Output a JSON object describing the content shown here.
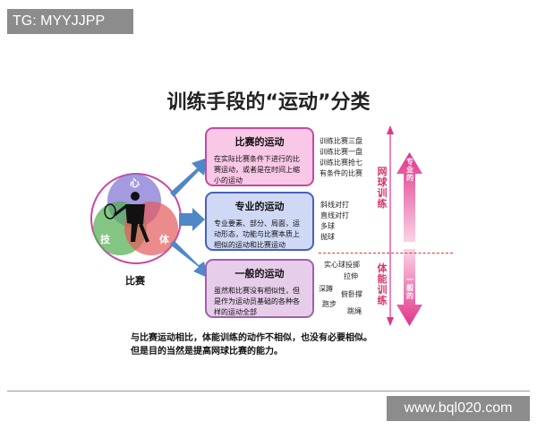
{
  "watermark_top": "TG: MYYJJPP",
  "watermark_bottom": "www.bql020.com",
  "title": "训练手段的“运动”分类",
  "venn": {
    "xin": "心",
    "ji": "技",
    "ti": "体",
    "caption": "比赛"
  },
  "boxes": {
    "match": {
      "title": "比赛的运动",
      "body": "在实际比赛条件下进行的比赛运动，或者是在时间上缩小的运动"
    },
    "special": {
      "title": "专业的运动",
      "body": "专业要素、部分、局面，运动形态，功能与比赛本质上相似的运动和比赛运动"
    },
    "general": {
      "title": "一般的运动",
      "body": "虽然和比赛没有相似性，但是作为运动员基础的各种各样的运动全部"
    }
  },
  "lists": {
    "match": [
      "训练比赛三盘",
      "训练比赛一盘",
      "训练比赛抢七",
      "有条件的比赛"
    ],
    "special": [
      "斜线对打",
      "直线对打",
      "多球",
      "抛球"
    ],
    "general": [
      "实心球投掷",
      "拉伸",
      "深蹲",
      "俯卧撑",
      "跑步",
      "跳绳"
    ]
  },
  "side_labels": {
    "tennis": "网球训练",
    "fitness": "体能训练"
  },
  "arrow_labels": {
    "up": "专业的",
    "down": "一般的"
  },
  "caption": [
    "与比赛运动相比，体能训练的动作不相似，也没有必要相似。",
    "但是目的当然是提高网球比赛的能力。"
  ],
  "colors": {
    "match_fill": "#f9c8e6",
    "match_border": "#c7499f",
    "special_fill": "#cfd9f6",
    "special_border": "#4a5fbf",
    "general_fill": "#e6cdea",
    "general_border": "#a05fb0",
    "arrow_blue": "#4f87c9",
    "accent_pink": "#d4346b"
  }
}
